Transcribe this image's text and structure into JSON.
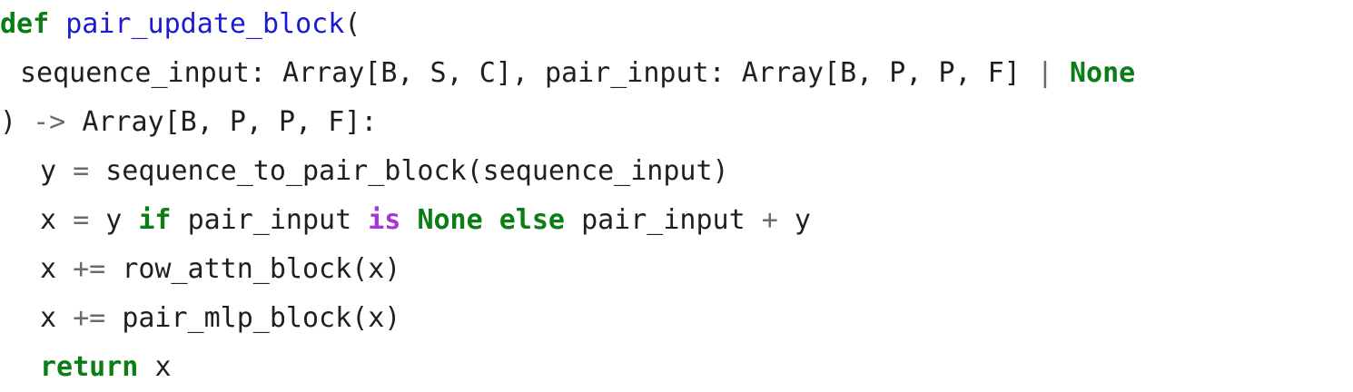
{
  "colors": {
    "keyword": "#0a7d14",
    "function_name": "#1a1ad2",
    "operator": "#6b6b6b",
    "is_keyword": "#a933d6",
    "builtin_const": "#0a7d14",
    "default": "#1f1f1f",
    "background": "#ffffff"
  },
  "code": {
    "lines": [
      {
        "indent": 0,
        "tokens": [
          {
            "text": "def",
            "type": "keyword"
          },
          {
            "text": " ",
            "type": "default"
          },
          {
            "text": "pair_update_block",
            "type": "function_name"
          },
          {
            "text": "(",
            "type": "default"
          }
        ]
      },
      {
        "indent": 1,
        "tokens": [
          {
            "text": "sequence_input",
            "type": "default"
          },
          {
            "text": ": ",
            "type": "default"
          },
          {
            "text": "Array[B, S, C]",
            "type": "default"
          },
          {
            "text": ", ",
            "type": "default"
          },
          {
            "text": "pair_input",
            "type": "default"
          },
          {
            "text": ": ",
            "type": "default"
          },
          {
            "text": "Array[B, P, P, F]",
            "type": "default"
          },
          {
            "text": " ",
            "type": "default"
          },
          {
            "text": "|",
            "type": "operator"
          },
          {
            "text": " ",
            "type": "default"
          },
          {
            "text": "None",
            "type": "builtin_const"
          }
        ]
      },
      {
        "indent": 0,
        "tokens": [
          {
            "text": ")",
            "type": "default"
          },
          {
            "text": " ",
            "type": "default"
          },
          {
            "text": "->",
            "type": "operator"
          },
          {
            "text": " ",
            "type": "default"
          },
          {
            "text": "Array[B, P, P, F]",
            "type": "default"
          },
          {
            "text": ":",
            "type": "default"
          }
        ]
      },
      {
        "indent": 2,
        "tokens": [
          {
            "text": "y",
            "type": "default"
          },
          {
            "text": " ",
            "type": "default"
          },
          {
            "text": "=",
            "type": "operator"
          },
          {
            "text": " ",
            "type": "default"
          },
          {
            "text": "sequence_to_pair_block(sequence_input)",
            "type": "default"
          }
        ]
      },
      {
        "indent": 2,
        "tokens": [
          {
            "text": "x",
            "type": "default"
          },
          {
            "text": " ",
            "type": "default"
          },
          {
            "text": "=",
            "type": "operator"
          },
          {
            "text": " ",
            "type": "default"
          },
          {
            "text": "y",
            "type": "default"
          },
          {
            "text": " ",
            "type": "default"
          },
          {
            "text": "if",
            "type": "keyword"
          },
          {
            "text": " ",
            "type": "default"
          },
          {
            "text": "pair_input",
            "type": "default"
          },
          {
            "text": " ",
            "type": "default"
          },
          {
            "text": "is",
            "type": "is_keyword"
          },
          {
            "text": " ",
            "type": "default"
          },
          {
            "text": "None",
            "type": "builtin_const"
          },
          {
            "text": " ",
            "type": "default"
          },
          {
            "text": "else",
            "type": "keyword"
          },
          {
            "text": " ",
            "type": "default"
          },
          {
            "text": "pair_input",
            "type": "default"
          },
          {
            "text": " ",
            "type": "default"
          },
          {
            "text": "+",
            "type": "operator"
          },
          {
            "text": " ",
            "type": "default"
          },
          {
            "text": "y",
            "type": "default"
          }
        ]
      },
      {
        "indent": 2,
        "tokens": [
          {
            "text": "x",
            "type": "default"
          },
          {
            "text": " ",
            "type": "default"
          },
          {
            "text": "+=",
            "type": "operator"
          },
          {
            "text": " ",
            "type": "default"
          },
          {
            "text": "row_attn_block(x)",
            "type": "default"
          }
        ]
      },
      {
        "indent": 2,
        "tokens": [
          {
            "text": "x",
            "type": "default"
          },
          {
            "text": " ",
            "type": "default"
          },
          {
            "text": "+=",
            "type": "operator"
          },
          {
            "text": " ",
            "type": "default"
          },
          {
            "text": "pair_mlp_block(x)",
            "type": "default"
          }
        ]
      },
      {
        "indent": 2,
        "tokens": [
          {
            "text": "return",
            "type": "keyword"
          },
          {
            "text": " ",
            "type": "default"
          },
          {
            "text": "x",
            "type": "default"
          }
        ]
      }
    ]
  }
}
